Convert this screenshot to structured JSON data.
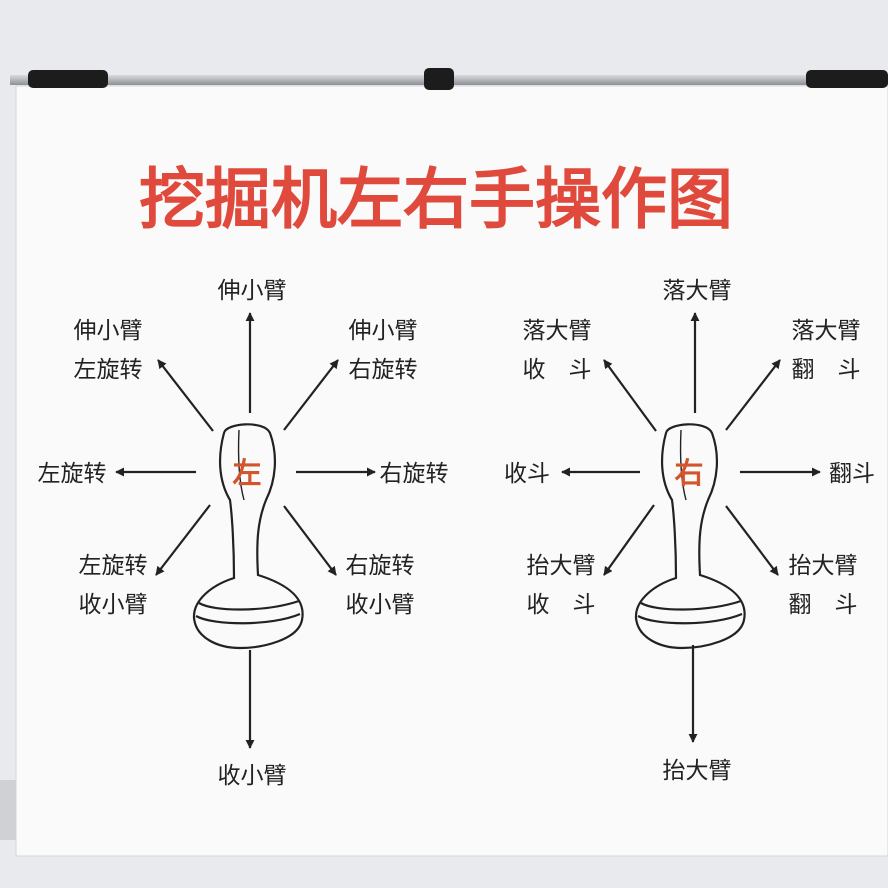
{
  "title": "挖掘机左右手操作图",
  "colors": {
    "title": "#e04a3c",
    "handle_char": "#d2552c",
    "ink": "#222222",
    "board": "#fafafa"
  },
  "left": {
    "handle_char": "左",
    "up": "伸小臂",
    "up_left": [
      "伸小臂",
      "左旋转"
    ],
    "up_right": [
      "伸小臂",
      "右旋转"
    ],
    "left": "左旋转",
    "right": "右旋转",
    "down_left": [
      "左旋转",
      "收小臂"
    ],
    "down_right": [
      "右旋转",
      "收小臂"
    ],
    "down": "收小臂"
  },
  "right": {
    "handle_char": "右",
    "up": "落大臂",
    "up_left": [
      "落大臂",
      "收　斗"
    ],
    "up_right": [
      "落大臂",
      "翻　斗"
    ],
    "left": "收斗",
    "right": "翻斗",
    "down_left": [
      "抬大臂",
      "收　斗"
    ],
    "down_right": [
      "抬大臂",
      "翻　斗"
    ],
    "down": "抬大臂"
  }
}
